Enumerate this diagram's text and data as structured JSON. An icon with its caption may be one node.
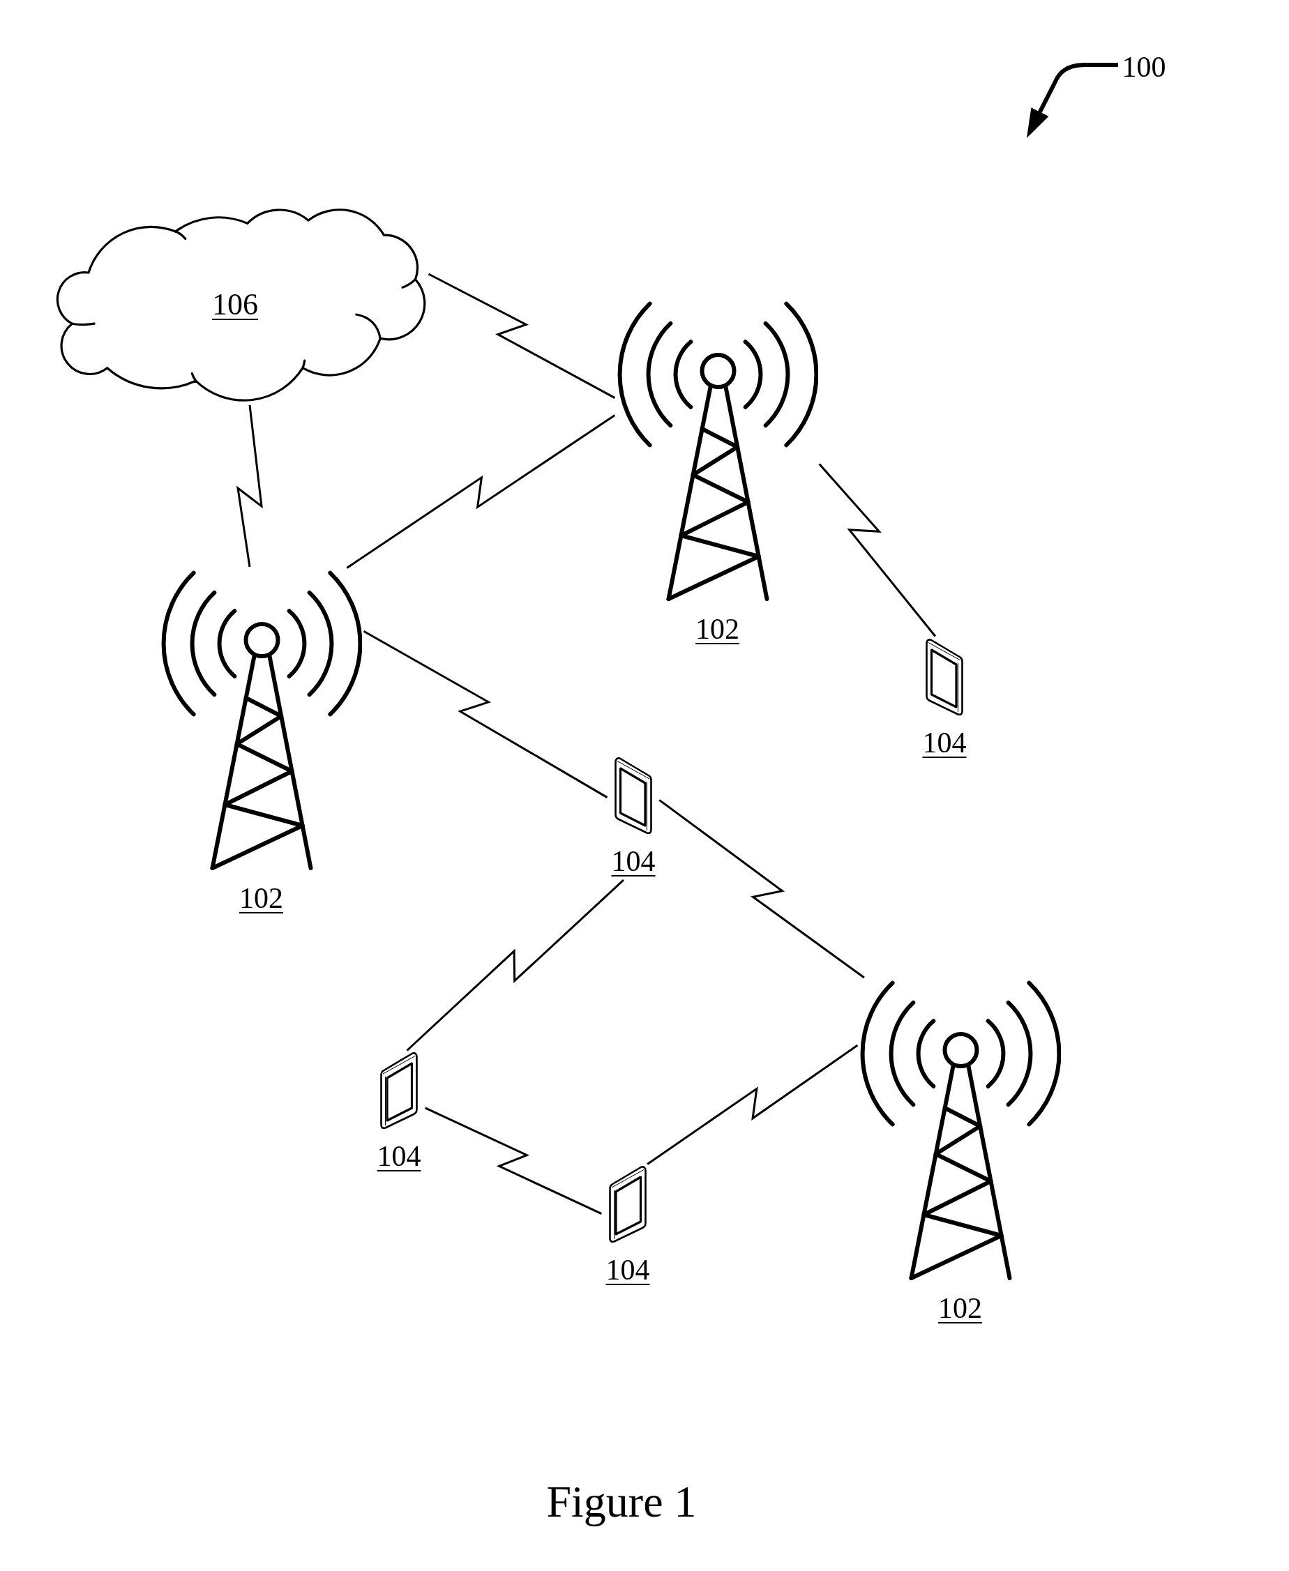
{
  "diagram": {
    "caption": "Figure 1",
    "nodes": [
      {
        "text": [
          "100"
        ]
      },
      {
        "text": [
          "106"
        ]
      },
      {
        "text": [],
        "shape": "picture",
        "beside": [
          "102"
        ]
      },
      {
        "text": [],
        "shape": "picture",
        "beside": [
          "102"
        ]
      },
      {
        "text": [],
        "shape": "picture",
        "beside": [
          "104"
        ]
      },
      {
        "text": [],
        "shape": "picture",
        "beside": [
          "104"
        ]
      },
      {
        "text": [],
        "shape": "picture",
        "beside": [
          "102"
        ]
      },
      {
        "text": [],
        "shape": "picture",
        "beside": [
          "104"
        ]
      },
      {
        "text": [],
        "shape": "picture",
        "beside": [
          "104"
        ]
      }
    ],
    "edges": [
      {
        "from": 1,
        "to": 2,
        "arrow": "none"
      },
      {
        "from": 1,
        "to": 3,
        "arrow": "none"
      },
      {
        "from": 3,
        "to": 2,
        "arrow": "none"
      },
      {
        "from": 2,
        "to": 4,
        "arrow": "none"
      },
      {
        "from": 3,
        "to": 5,
        "arrow": "none"
      },
      {
        "from": 5,
        "to": 6,
        "arrow": "none"
      },
      {
        "from": 5,
        "to": 7,
        "arrow": "none"
      },
      {
        "from": 7,
        "to": 8,
        "arrow": "none"
      },
      {
        "from": 8,
        "to": 6,
        "arrow": "none"
      },
      {
        "from": 0,
        "to": null,
        "arrow": "to"
      }
    ]
  }
}
